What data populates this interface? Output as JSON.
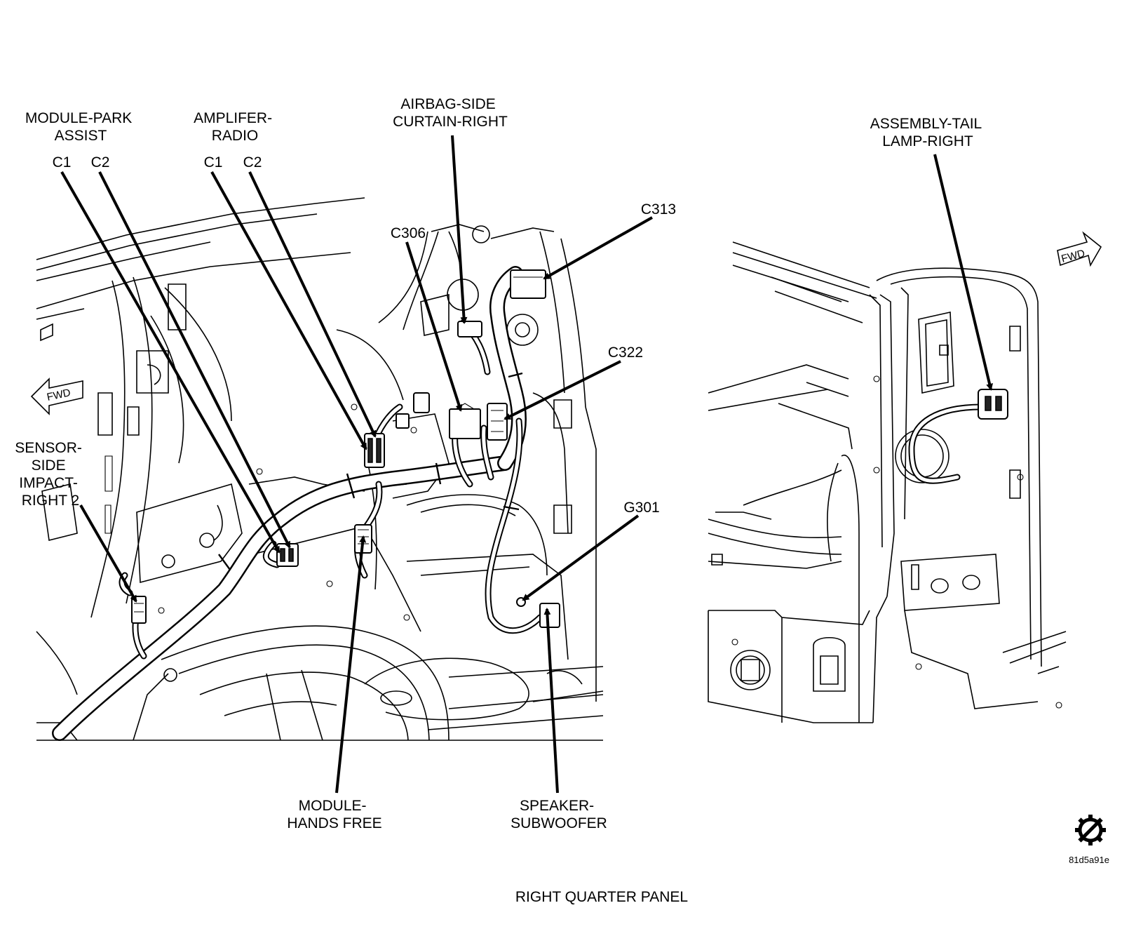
{
  "diagram": {
    "caption": "RIGHT QUARTER PANEL",
    "image_code": "81d5a91e",
    "fwd_label": "FWD",
    "labels": {
      "module_park_assist": [
        "MODULE-PARK",
        "ASSIST"
      ],
      "module_park_assist_c1": "C1",
      "module_park_assist_c2": "C2",
      "amplifier_radio": [
        "AMPLIFER-",
        "RADIO"
      ],
      "amplifier_radio_c1": "C1",
      "amplifier_radio_c2": "C2",
      "airbag_side_curtain": [
        "AIRBAG-SIDE",
        "CURTAIN-RIGHT"
      ],
      "c306": "C306",
      "c313": "C313",
      "c322": "C322",
      "g301": "G301",
      "sensor_side_impact": [
        "SENSOR-",
        "SIDE",
        "IMPACT-",
        "RIGHT 2"
      ],
      "module_hands_free": [
        "MODULE-",
        "HANDS FREE"
      ],
      "speaker_subwoofer": [
        "SPEAKER-",
        "SUBWOOFER"
      ],
      "assembly_tail_lamp": [
        "ASSEMBLY-TAIL",
        "LAMP-RIGHT"
      ]
    }
  }
}
